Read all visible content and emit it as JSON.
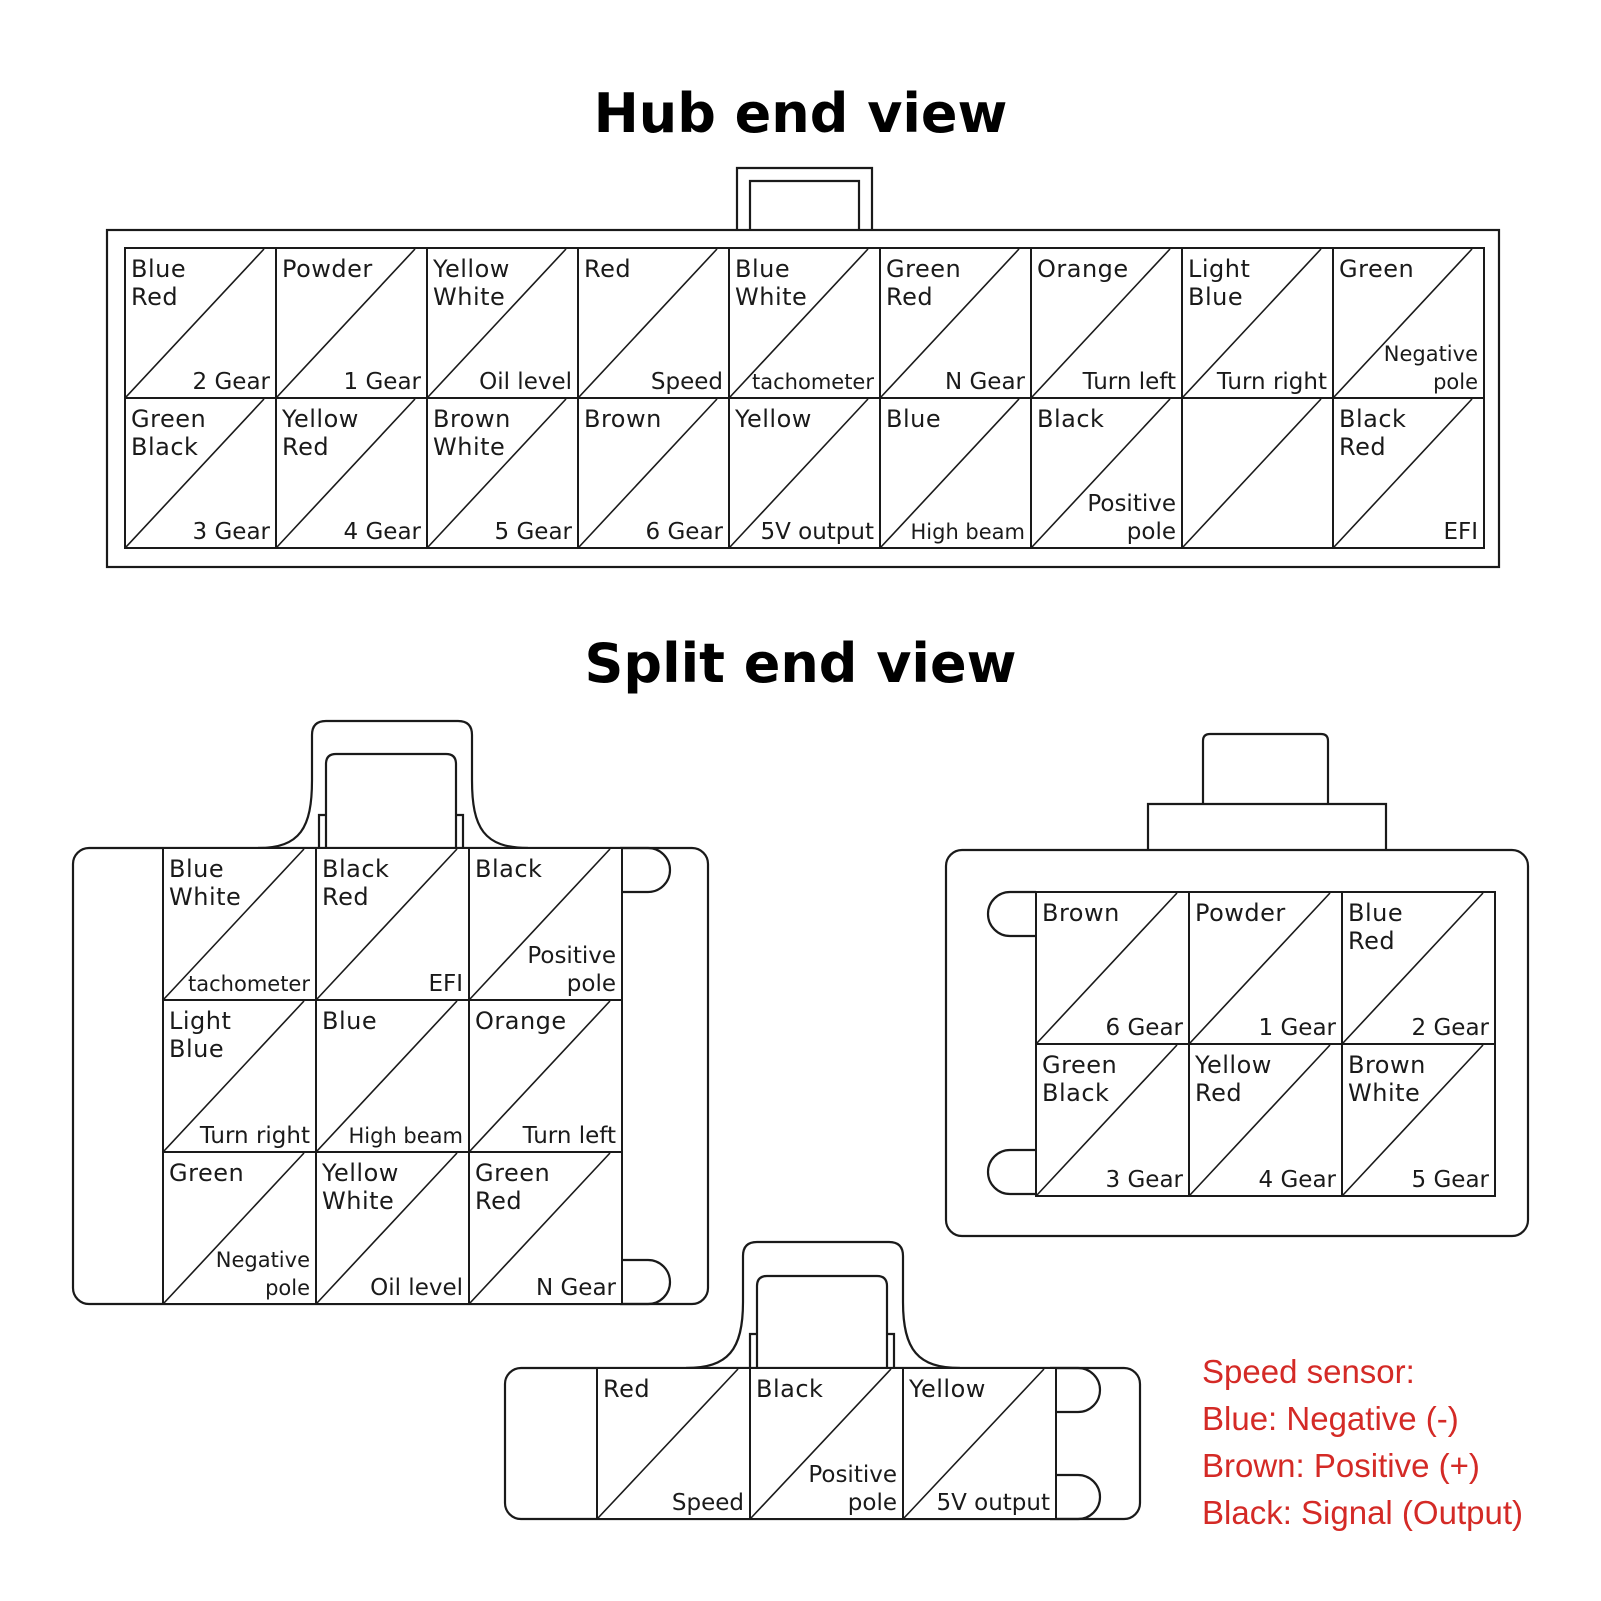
{
  "titles": {
    "hub": "Hub end view",
    "split": "Split end view"
  },
  "hub_cells": [
    {
      "wire": [
        "Blue",
        "Red"
      ],
      "func": [
        "2 Gear"
      ]
    },
    {
      "wire": [
        "Powder"
      ],
      "func": [
        "1 Gear"
      ]
    },
    {
      "wire": [
        "Yellow",
        "White"
      ],
      "func": [
        "Oil level"
      ]
    },
    {
      "wire": [
        "Red"
      ],
      "func": [
        "Speed"
      ]
    },
    {
      "wire": [
        "Blue",
        "White"
      ],
      "func": [
        "tachometer"
      ],
      "small": true,
      "funcAlign": "end"
    },
    {
      "wire": [
        "Green",
        "Red"
      ],
      "func": [
        "N Gear"
      ]
    },
    {
      "wire": [
        "Orange"
      ],
      "func": [
        "Turn left"
      ]
    },
    {
      "wire": [
        "Light",
        "Blue"
      ],
      "func": [
        "Turn right"
      ]
    },
    {
      "wire": [
        "Green"
      ],
      "func": [
        "Negative",
        "pole"
      ],
      "small": true
    },
    {
      "wire": [
        "Green",
        "Black"
      ],
      "func": [
        "3 Gear"
      ]
    },
    {
      "wire": [
        "Yellow",
        "Red"
      ],
      "func": [
        "4 Gear"
      ]
    },
    {
      "wire": [
        "Brown",
        "White"
      ],
      "func": [
        "5 Gear"
      ]
    },
    {
      "wire": [
        "Brown"
      ],
      "func": [
        "6 Gear"
      ]
    },
    {
      "wire": [
        "Yellow"
      ],
      "func": [
        "5V output"
      ]
    },
    {
      "wire": [
        "Blue"
      ],
      "func": [
        "High beam"
      ],
      "small": true
    },
    {
      "wire": [
        "Black"
      ],
      "func": [
        "Positive",
        "pole"
      ]
    },
    {
      "wire": [],
      "func": []
    },
    {
      "wire": [
        "Black",
        "Red"
      ],
      "func": [
        "EFI"
      ]
    }
  ],
  "split_left_cells": [
    {
      "wire": [
        "Blue",
        "White"
      ],
      "func": [
        "tachometer"
      ],
      "small": true
    },
    {
      "wire": [
        "Black",
        "Red"
      ],
      "func": [
        "EFI"
      ]
    },
    {
      "wire": [
        "Black"
      ],
      "func": [
        "Positive",
        "pole"
      ]
    },
    {
      "wire": [
        "Light",
        "Blue"
      ],
      "func": [
        "Turn right"
      ]
    },
    {
      "wire": [
        "Blue"
      ],
      "func": [
        "High beam"
      ],
      "small": true
    },
    {
      "wire": [
        "Orange"
      ],
      "func": [
        "Turn left"
      ]
    },
    {
      "wire": [
        "Green"
      ],
      "func": [
        "Negative",
        "pole"
      ],
      "small": true
    },
    {
      "wire": [
        "Yellow",
        "White"
      ],
      "func": [
        "Oil level"
      ]
    },
    {
      "wire": [
        "Green",
        "Red"
      ],
      "func": [
        "N Gear"
      ]
    }
  ],
  "split_right_cells": [
    {
      "wire": [
        "Brown"
      ],
      "func": [
        "6 Gear"
      ]
    },
    {
      "wire": [
        "Powder"
      ],
      "func": [
        "1 Gear"
      ]
    },
    {
      "wire": [
        "Blue",
        "Red"
      ],
      "func": [
        "2 Gear"
      ]
    },
    {
      "wire": [
        "Green",
        "Black"
      ],
      "func": [
        "3 Gear"
      ]
    },
    {
      "wire": [
        "Yellow",
        "Red"
      ],
      "func": [
        "4 Gear"
      ]
    },
    {
      "wire": [
        "Brown",
        "White"
      ],
      "func": [
        "5 Gear"
      ]
    }
  ],
  "split_bottom_cells": [
    {
      "wire": [
        "Red"
      ],
      "func": [
        "Speed"
      ]
    },
    {
      "wire": [
        "Black"
      ],
      "func": [
        "Positive",
        "pole"
      ]
    },
    {
      "wire": [
        "Yellow"
      ],
      "func": [
        "5V output"
      ]
    }
  ],
  "legend": {
    "heading": "Speed sensor:",
    "lines": [
      "Blue:  Negative (-)",
      "Brown:  Positive (+)",
      "Black:  Signal (Output)"
    ],
    "color": "#d42a26"
  }
}
